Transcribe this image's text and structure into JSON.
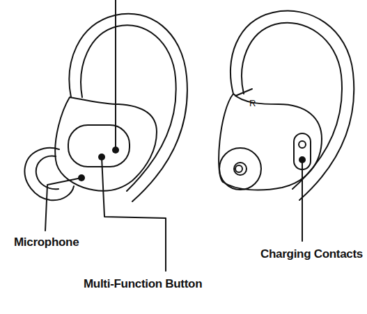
{
  "diagram": {
    "labels": [
      "Microphone",
      "Multi-Function Button",
      "Charging Contacts",
      "R"
    ]
  }
}
